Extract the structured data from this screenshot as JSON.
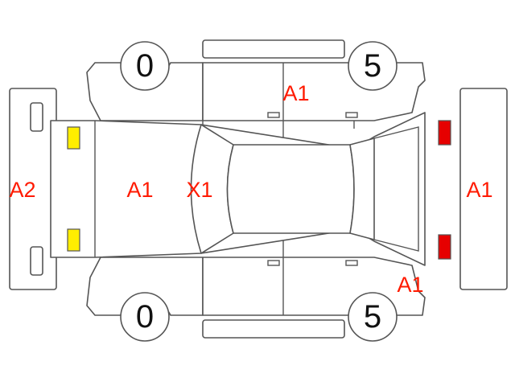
{
  "colors": {
    "outline": "#555555",
    "damage_mark": "#ff1a00",
    "front_lamp": "#ffee00",
    "rear_lamp": "#e60000"
  },
  "tires": {
    "top_left": "0",
    "top_right": "5",
    "bottom_left": "0",
    "bottom_right": "5"
  },
  "marks": {
    "front_bumper": "A2",
    "hood": "A1",
    "roof_front": "X1",
    "right_side_rear_door": "A1",
    "rear_bumper": "A1",
    "left_rear_corner": "A1"
  }
}
